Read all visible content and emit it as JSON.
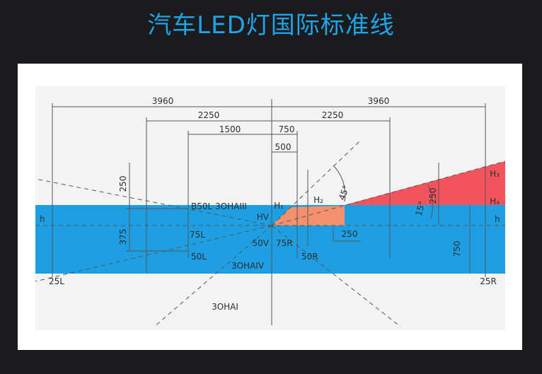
{
  "title": "汽车LED灯国际标准线",
  "colors": {
    "blue_zone": "#1e9fe4",
    "red_zone": "#f2545e",
    "orange_zone": "#f4906e",
    "line": "#555555",
    "background": "#1b1b1d",
    "title": "#1ea4e8"
  },
  "dimensions": {
    "top_left": "3960",
    "top_right": "3960",
    "mid_left": "2250",
    "mid_right": "2250",
    "inner_left": "1500",
    "inner_right": "750",
    "center": "500",
    "left_vertical": "250",
    "left_lower": "375",
    "right_vertical": "250",
    "right_lower": "750",
    "small_right": "250"
  },
  "angles": {
    "steep": "45°",
    "shallow": "15°"
  },
  "labels": {
    "h_left": "h",
    "h_right": "h",
    "hv": "HV",
    "h1": "H₁",
    "h2": "H₂",
    "h3": "H₃",
    "h4": "H₄",
    "b50l": "B50L 3OHAIII",
    "l75": "75L",
    "l50": "50L",
    "v50": "50V",
    "r75": "75R",
    "r50": "50R",
    "zone4": "3OHAIV",
    "zone1": "3OHAI",
    "l25": "25L",
    "r25": "25R"
  }
}
